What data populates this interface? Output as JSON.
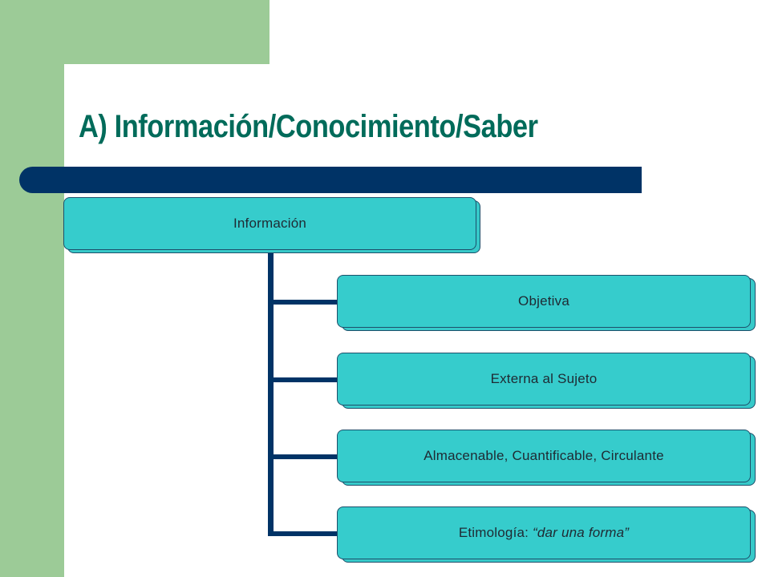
{
  "title": "A) Información/Conocimiento/Saber",
  "root": {
    "label": "Información"
  },
  "children": [
    {
      "label": "Objetiva"
    },
    {
      "label": "Externa al Sujeto"
    },
    {
      "label": "Almacenable, Cuantificable, Circulante"
    },
    {
      "label_prefix": "Etimología: ",
      "label_italic": "“dar una forma”"
    }
  ],
  "colors": {
    "background_accent": "#9ccb97",
    "title_text": "#006b5a",
    "title_bar": "#003366",
    "box_fill": "#36cccc",
    "connector": "#003366"
  }
}
